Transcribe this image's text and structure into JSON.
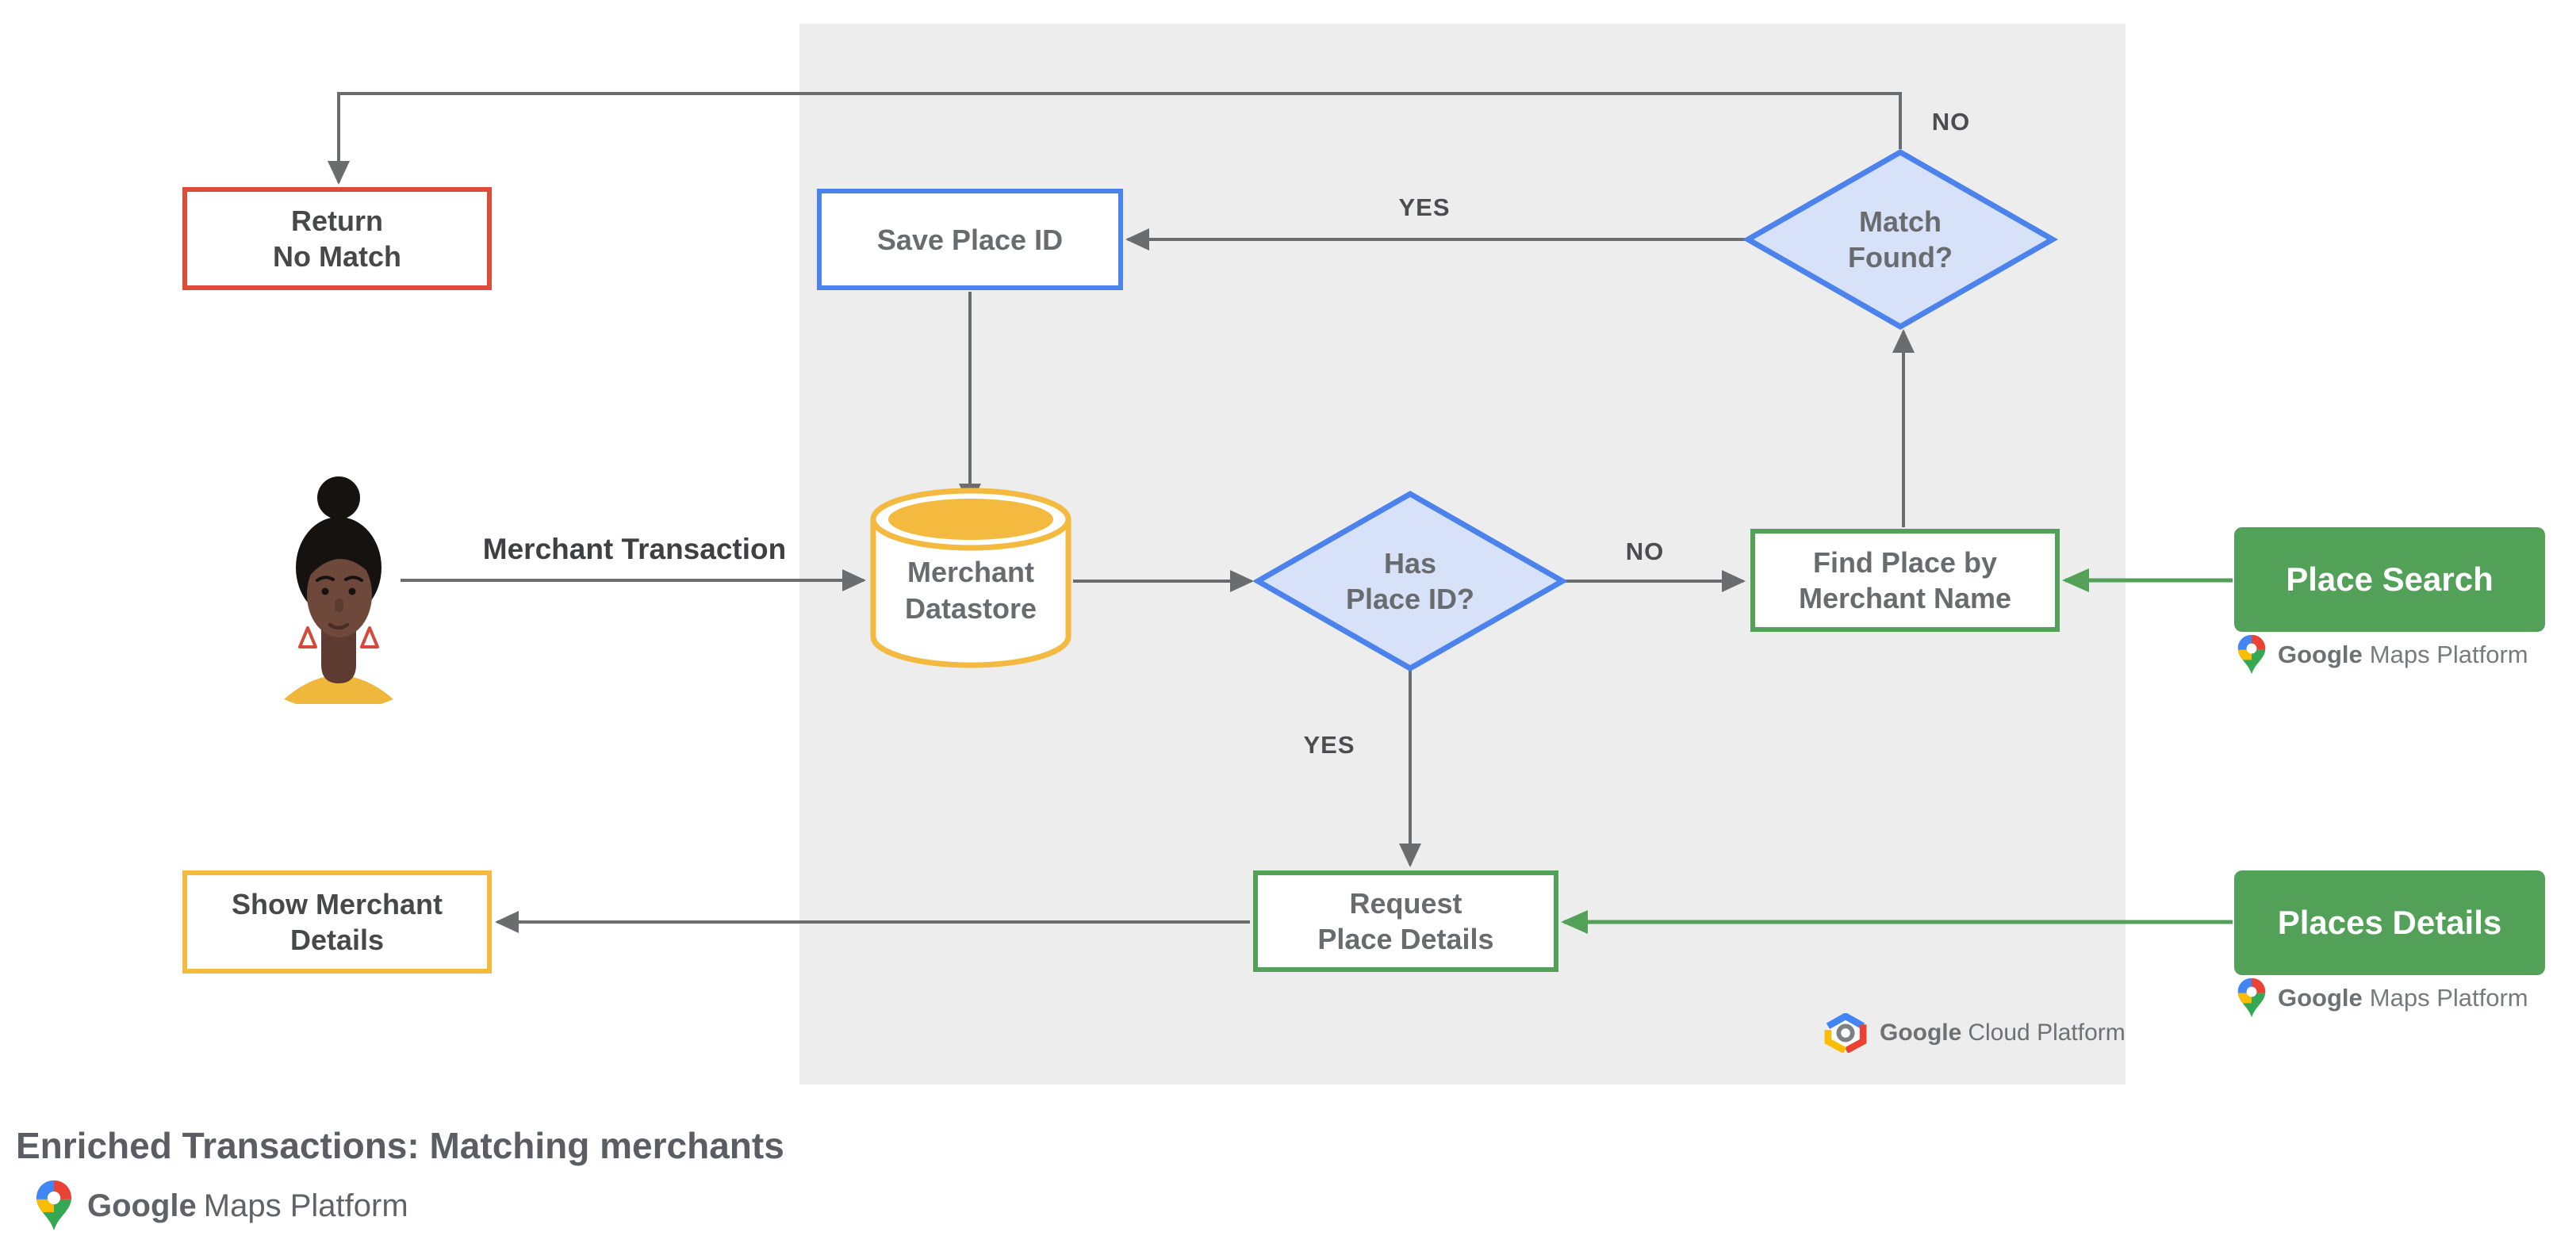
{
  "diagram": {
    "caption": "Enriched Transactions: Matching merchants"
  },
  "nodes": {
    "return_no_match": {
      "line1": "Return",
      "line2": "No Match"
    },
    "save_place_id": {
      "line1": "Save Place ID"
    },
    "merchant_datastore": {
      "line1": "Merchant",
      "line2": "Datastore"
    },
    "has_place_id": {
      "line1": "Has",
      "line2": "Place ID?"
    },
    "match_found": {
      "line1": "Match",
      "line2": "Found?"
    },
    "find_place_by_merchant_name": {
      "line1": "Find Place by",
      "line2": "Merchant Name"
    },
    "request_place_details": {
      "line1": "Request",
      "line2": "Place Details"
    },
    "show_merchant_details": {
      "line1": "Show Merchant",
      "line2": "Details"
    },
    "place_search": {
      "label": "Place Search"
    },
    "places_details": {
      "label": "Places Details"
    }
  },
  "edge_labels": {
    "merchant_transaction": "Merchant Transaction",
    "yes_match_to_save": "YES",
    "no_match_loop": "NO",
    "no_has_place": "NO",
    "yes_has_place": "YES"
  },
  "logos": {
    "maps_google": "Google",
    "maps_suffix": "Maps Platform",
    "cloud_google": "Google",
    "cloud_suffix": "Cloud Platform"
  },
  "colors": {
    "red": "#DE4B3B",
    "blue": "#4C82EC",
    "blue_fill": "#D7E1F8",
    "green": "#53A158",
    "yellow": "#F4BA40",
    "panel_gray": "#EDEDEE",
    "arrow_gray": "#6A6C6E"
  }
}
